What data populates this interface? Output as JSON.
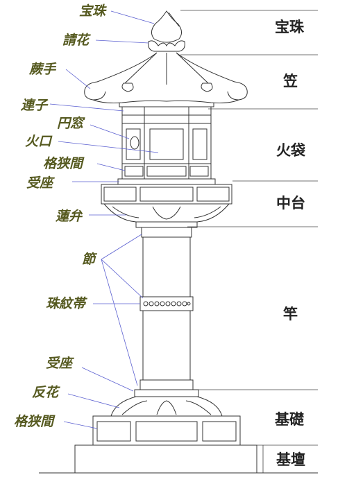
{
  "left_labels": [
    {
      "id": "hoju",
      "text": "宝珠"
    },
    {
      "id": "ukebana",
      "text": "請花"
    },
    {
      "id": "warabite",
      "text": "蕨手"
    },
    {
      "id": "renji",
      "text": "連子"
    },
    {
      "id": "enso",
      "text": "円窓"
    },
    {
      "id": "hikuchi",
      "text": "火口"
    },
    {
      "id": "koshizama-upper",
      "text": "格狭間"
    },
    {
      "id": "ukeza-upper",
      "text": "受座"
    },
    {
      "id": "renben",
      "text": "蓮弁"
    },
    {
      "id": "fushi",
      "text": "節"
    },
    {
      "id": "jumonsai",
      "text": "珠紋帯"
    },
    {
      "id": "ukeza-lower",
      "text": "受座"
    },
    {
      "id": "kaeribana",
      "text": "反花"
    },
    {
      "id": "koshizama-lower",
      "text": "格狭間"
    }
  ],
  "right_labels": [
    {
      "id": "sec-hoju",
      "text": "宝珠"
    },
    {
      "id": "sec-kasa",
      "text": "笠"
    },
    {
      "id": "sec-hibukuro",
      "text": "火袋"
    },
    {
      "id": "sec-chudai",
      "text": "中台"
    },
    {
      "id": "sec-sao",
      "text": "竿"
    },
    {
      "id": "sec-kiso",
      "text": "基礎"
    },
    {
      "id": "sec-kidan",
      "text": "基壇"
    }
  ]
}
